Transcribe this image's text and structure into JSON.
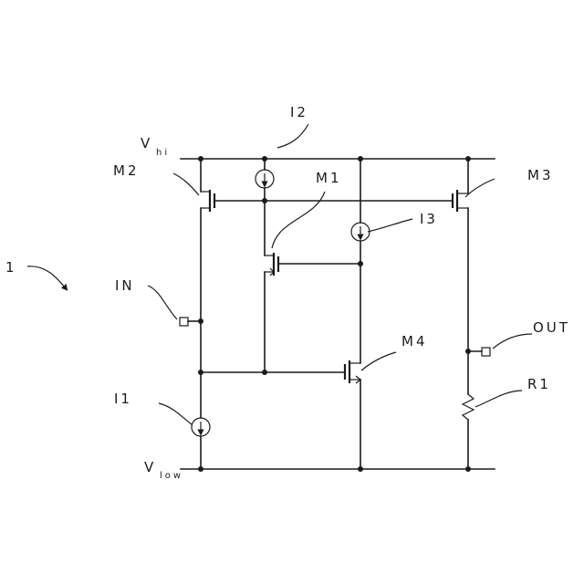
{
  "labels": {
    "fig_ref": "1",
    "vhi_main": "V",
    "vhi_sub": "hi",
    "vlow_main": "V",
    "vlow_sub": "low",
    "m1": "M1",
    "m2": "M2",
    "m3": "M3",
    "m4": "M4",
    "i1": "I1",
    "i2": "I2",
    "i3": "I3",
    "in": "IN",
    "out": "OUT",
    "r1": "R1"
  },
  "colors": {
    "ink": "#1a1a1a",
    "background": "#ffffff"
  }
}
